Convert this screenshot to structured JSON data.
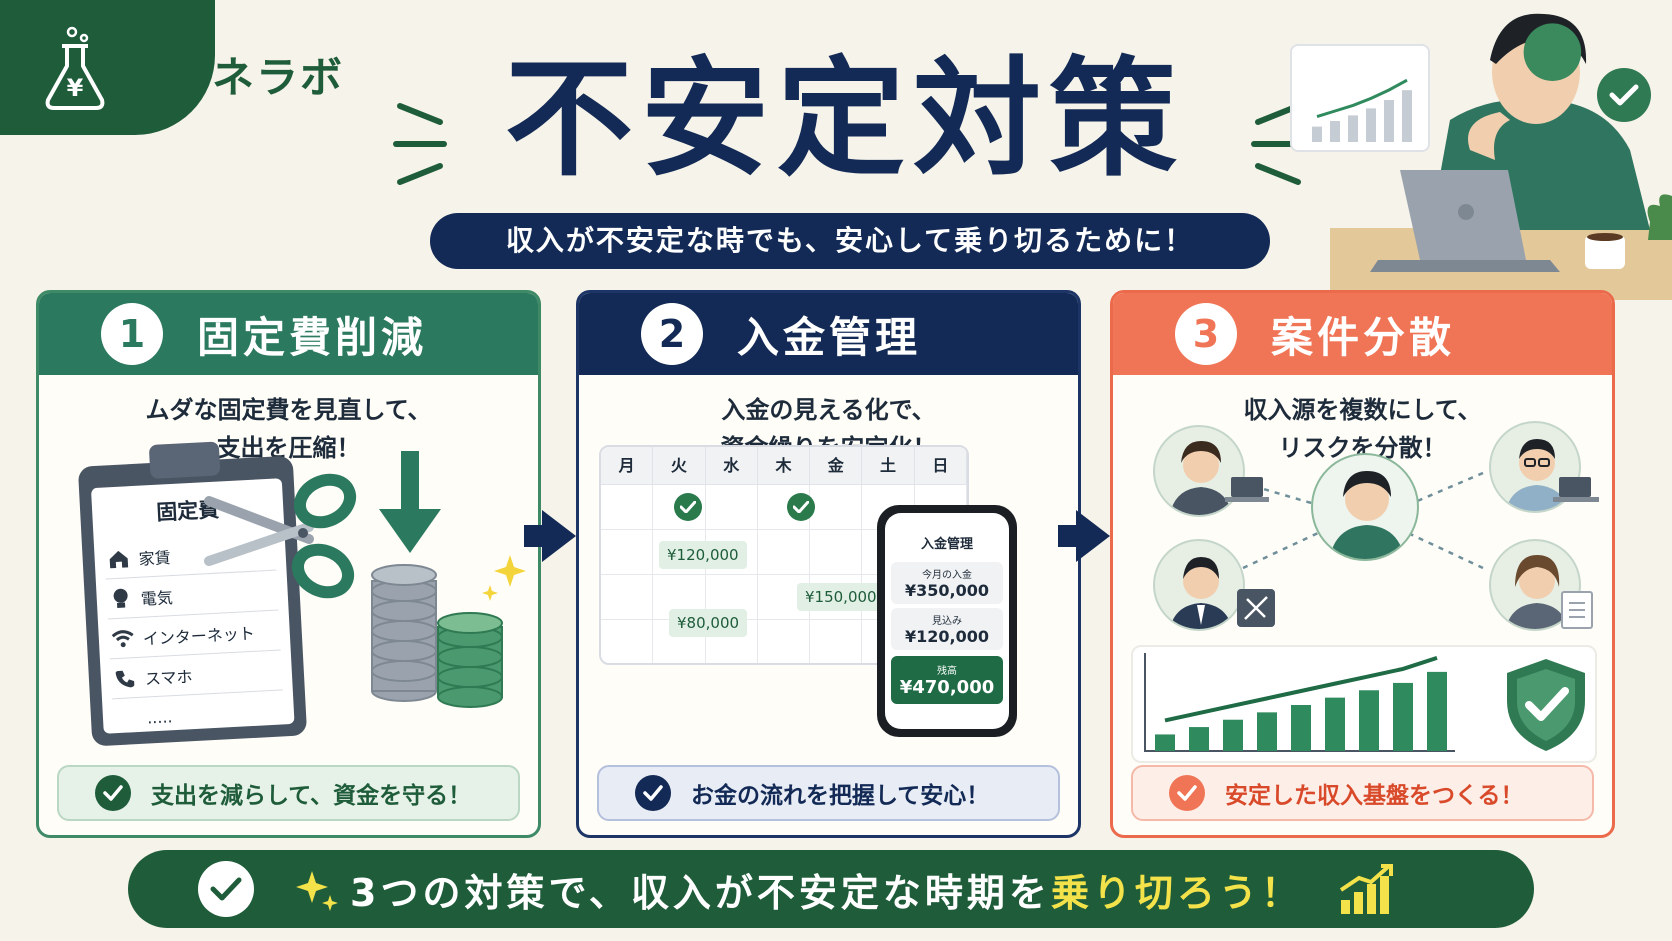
{
  "brand": {
    "name": "マネラボ"
  },
  "header": {
    "title": "不安定対策",
    "subtitle": "収入が不安定な時でも、安心して乗り切るために！"
  },
  "cards": [
    {
      "number": "1",
      "title": "固定費削減",
      "desc_line1": "ムダな固定費を見直して、",
      "desc_line2": "支出を圧縮！",
      "clipboard_title": "固定費",
      "items": [
        "家賃",
        "電気",
        "インターネット",
        "スマホ",
        "....."
      ],
      "footer": "支出を減らして、資金を守る！"
    },
    {
      "number": "2",
      "title": "入金管理",
      "desc_line1": "入金の見える化で、",
      "desc_line2": "資金繰りを安定化！",
      "weekdays": [
        "月",
        "火",
        "水",
        "木",
        "金",
        "土",
        "日"
      ],
      "chips": [
        "¥120,000",
        "¥150,000",
        "¥80,000"
      ],
      "phone": {
        "title": "入金管理",
        "month_label": "今月の入金",
        "month_value": "¥350,000",
        "expected_label": "見込み",
        "expected_value": "¥120,000",
        "total_label": "残高",
        "total_value": "¥470,000"
      },
      "footer": "お金の流れを把握して安心！"
    },
    {
      "number": "3",
      "title": "案件分散",
      "desc_line1": "収入源を複数にして、",
      "desc_line2": "リスクを分散！",
      "footer": "安定した収入基盤をつくる！"
    }
  ],
  "banner": {
    "text_main": "3つの対策で、収入が不安定な時期を",
    "text_highlight": "乗り切ろう！"
  },
  "colors": {
    "navy": "#122a55",
    "green": "#1e5c3a",
    "teal": "#2b7a60",
    "coral": "#f07556",
    "highlight": "#f3e24a"
  },
  "growth_bars": [
    0.18,
    0.26,
    0.34,
    0.42,
    0.5,
    0.58,
    0.66,
    0.74,
    0.86
  ],
  "top_chart_bars": [
    0.22,
    0.3,
    0.38,
    0.48,
    0.6,
    0.74
  ]
}
